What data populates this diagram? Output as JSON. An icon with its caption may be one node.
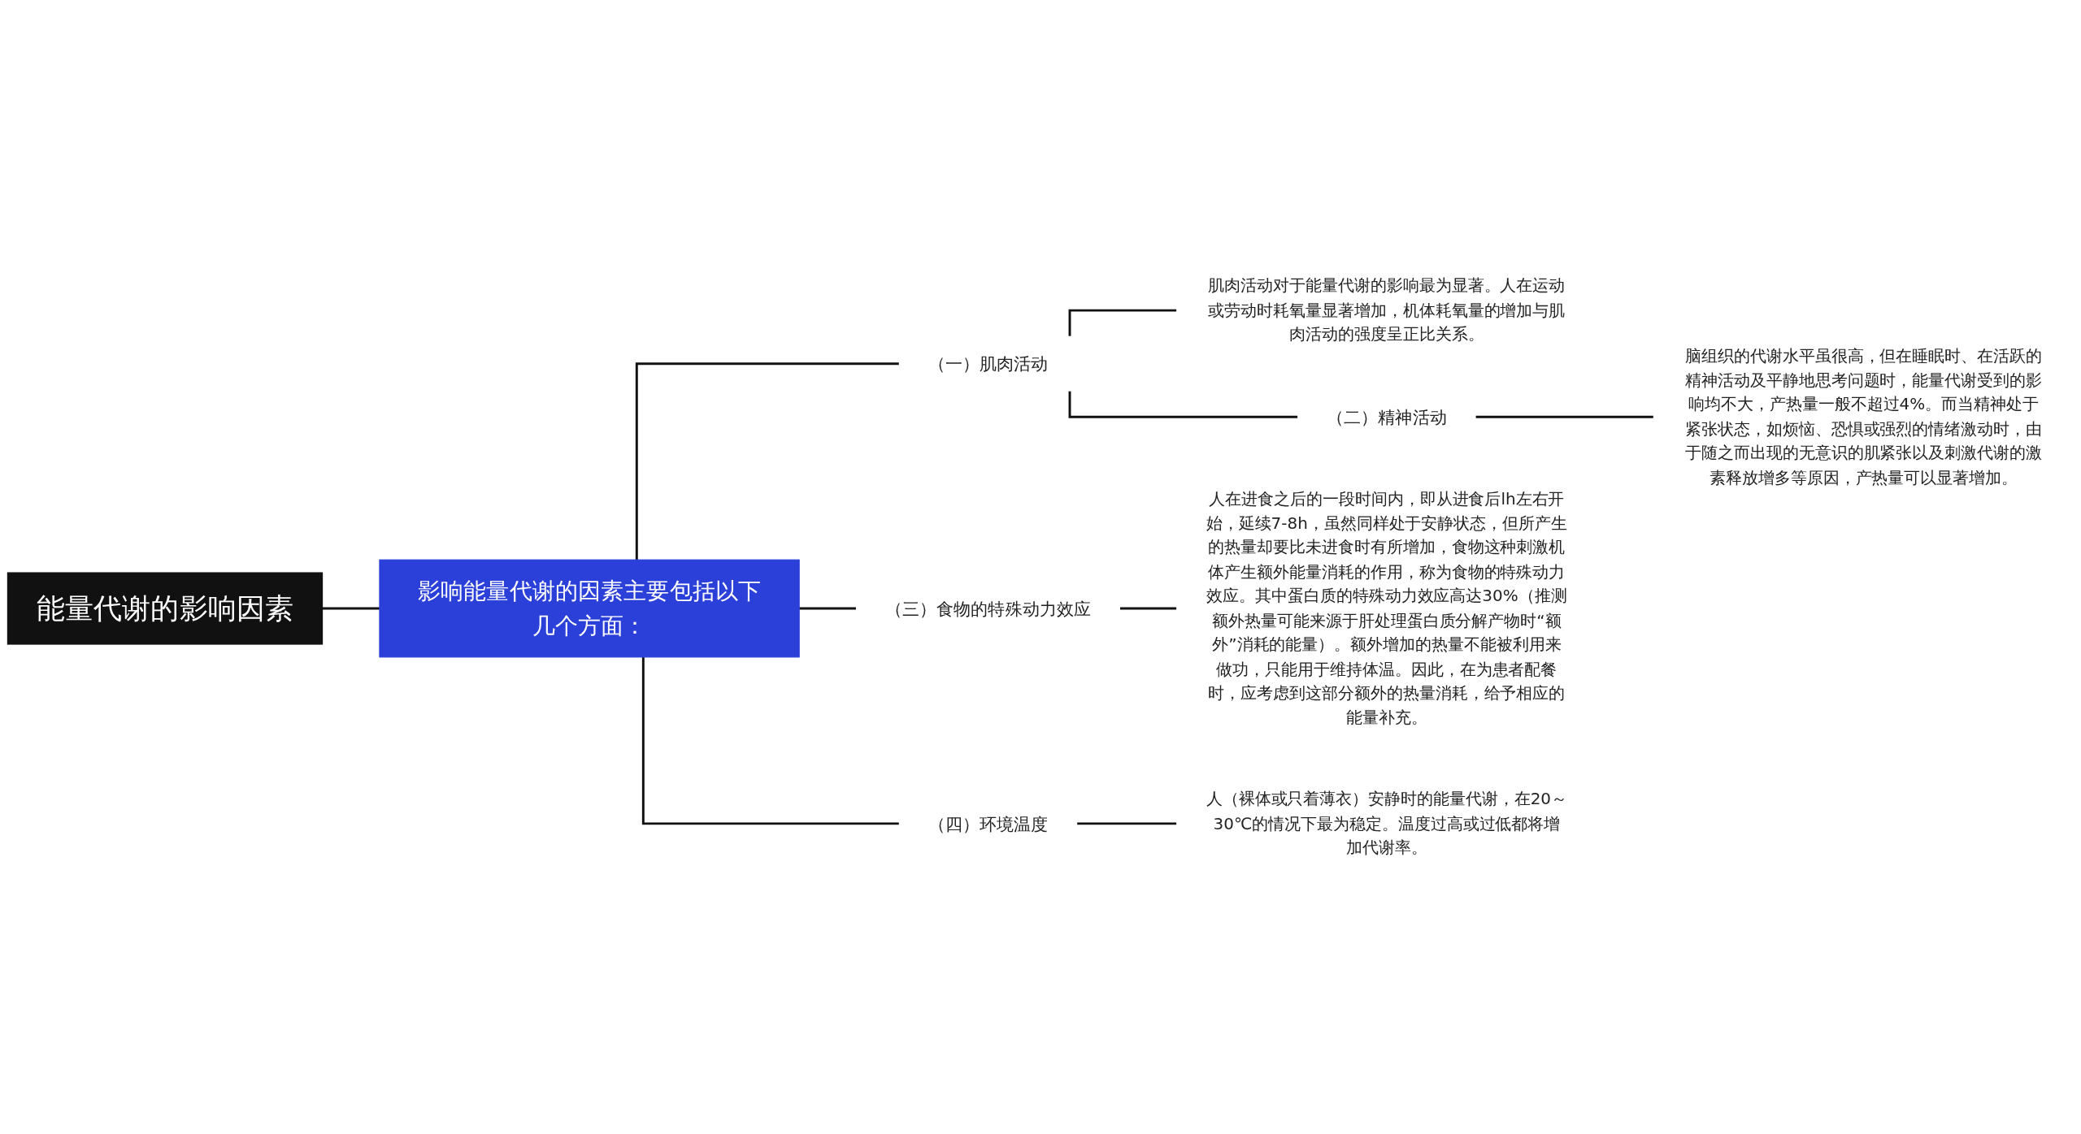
{
  "diagram": {
    "nodes": [
      {
        "text": [
          "能量代谢的影响因素"
        ]
      },
      {
        "text": [
          "影响能量代谢的因素主要包括以下几个方面："
        ]
      },
      {
        "text": [
          "（一）肌肉活动"
        ]
      },
      {
        "text": [
          "肌肉活动对于能量代谢的影响最为显著。人在运动或劳动时耗氧量显著增加，机体耗氧量的增加与肌肉活动的强度呈正比关系。"
        ]
      },
      {
        "text": [
          "（二）精神活动"
        ]
      },
      {
        "text": [
          "脑组织的代谢水平虽很高，但在睡眠时、在活跃的精神活动及平静地思考问题时，能量代谢受到的影响均不大，产热量一般不超过4%。而当精神处于紧张状态，如烦恼、恐惧或强烈的情绪激动时，由于随之而出现的无意识的肌紧张以及刺激代谢的激素释放增多等原因，产热量可以显著增加。"
        ]
      },
      {
        "text": [
          "（三）食物的特殊动力效应"
        ]
      },
      {
        "text": [
          "人在进食之后的一段时间内，即从进食后lh左右开始，延续7-8h，虽然同样处于安静状态，但所产生的热量却要比未进食时有所增加，食物这种刺激机体产生额外能量消耗的作用，称为食物的特殊动力效应。其中蛋白质的特殊动力效应高达30%（推测额外热量可能来源于肝处理蛋白质分解产物时“额外”消耗的能量）。额外增加的热量不能被利用来做功，只能用于维持体温。因此，在为患者配餐时，应考虑到这部分额外的热量消耗，给予相应的能量补充。"
        ]
      },
      {
        "text": [
          "（四）环境温度"
        ]
      },
      {
        "text": [
          "人（裸体或只着薄衣）安静时的能量代谢，在20～30℃的情况下最为稳定。温度过高或过低都将增加代谢率。"
        ]
      }
    ],
    "edges": [
      {
        "from": 0,
        "to": 1,
        "arrow": "none"
      },
      {
        "from": 1,
        "to": 2,
        "arrow": "none"
      },
      {
        "from": 2,
        "to": 3,
        "arrow": "none"
      },
      {
        "from": 2,
        "to": 4,
        "arrow": "none"
      },
      {
        "from": 4,
        "to": 5,
        "arrow": "none"
      },
      {
        "from": 1,
        "to": 6,
        "arrow": "none"
      },
      {
        "from": 6,
        "to": 7,
        "arrow": "none"
      },
      {
        "from": 1,
        "to": 8,
        "arrow": "none"
      },
      {
        "from": 8,
        "to": 9,
        "arrow": "none"
      }
    ]
  }
}
